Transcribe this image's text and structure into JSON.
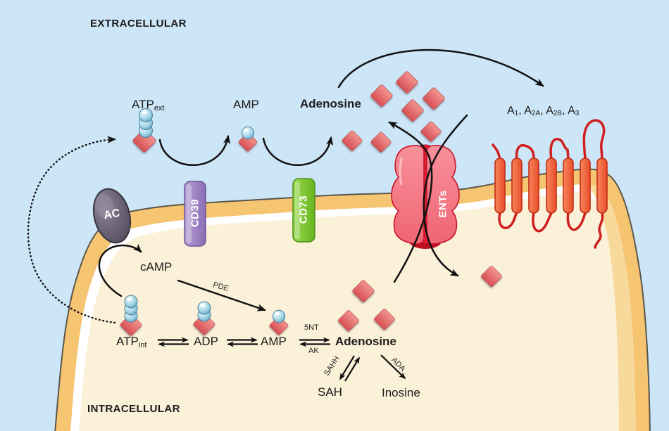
{
  "compartments": {
    "extracellular_label": "EXTRACELLULAR",
    "intracellular_label": "INTRACELLULAR"
  },
  "extracellular": {
    "atp_base": "ATP",
    "atp_sub": "ext",
    "amp": "AMP",
    "adenosine": "Adenosine"
  },
  "receptors": {
    "a1_base": "A",
    "a1_sub": "1",
    "a2a_base": "A",
    "a2a_sub": "2A",
    "a2b_base": "A",
    "a2b_sub": "2B",
    "a3_base": "A",
    "a3_sub": "3",
    "sep": ", "
  },
  "membrane_proteins": {
    "ac": "AC",
    "cd39": "CD39",
    "cd73": "CD73",
    "ents": "ENTs"
  },
  "intracellular": {
    "camp": "cAMP",
    "atp_base": "ATP",
    "atp_sub": "int",
    "adp": "ADP",
    "amp": "AMP",
    "adenosine": "Adenosine",
    "sah": "SAH",
    "inosine": "Inosine"
  },
  "enzymes": {
    "pde": "PDE",
    "five_nt": "5NT",
    "ak": "AK",
    "sahh": "SAHH",
    "ada": "ADA"
  },
  "colors": {
    "background": "#CDE6F7",
    "membrane": "#F6C572",
    "cytoplasm": "#FBF0D8",
    "diamond_red": "#E0565C",
    "sphere_blue": "#A6D8E8",
    "cd39_purple": "#9C80C2",
    "cd73_green": "#7CC832",
    "ents_red": "#E8293B",
    "receptor_orange": "#EF5B36",
    "ac_gray": "#5A5264"
  }
}
